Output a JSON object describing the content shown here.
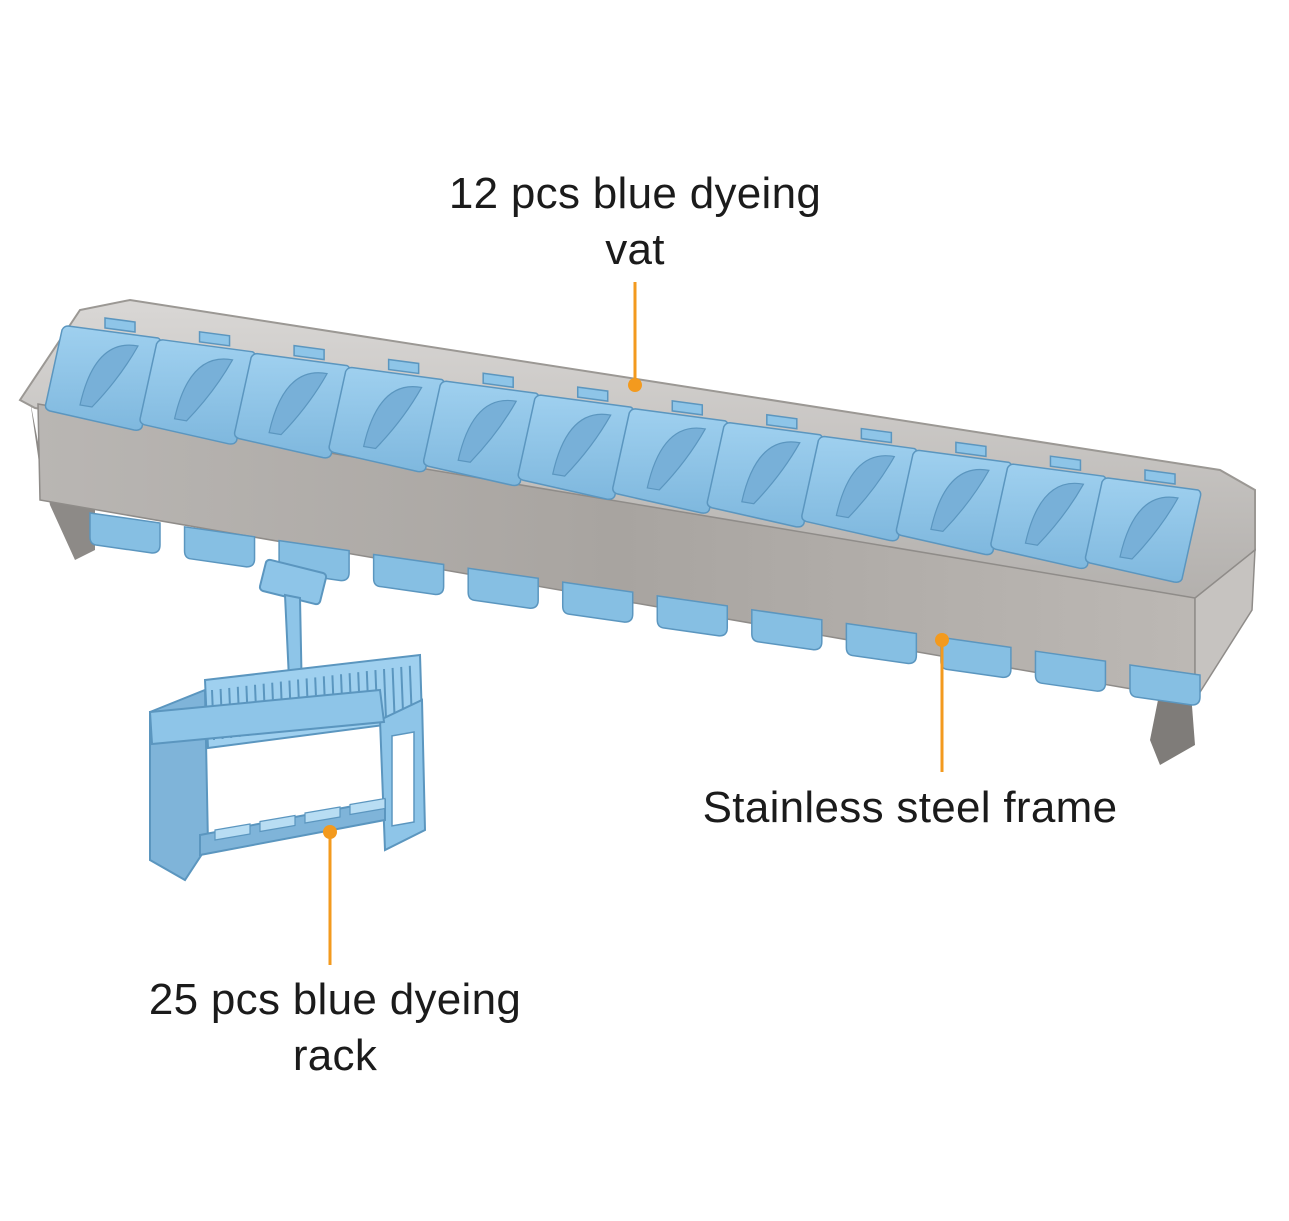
{
  "annotations": {
    "vat": {
      "line1": "12 pcs blue dyeing",
      "line2": "vat"
    },
    "frame": {
      "line1": "Stainless steel frame"
    },
    "rack": {
      "line1": "25 pcs blue dyeing",
      "line2": "rack"
    }
  },
  "colors": {
    "accent": "#F39A1E",
    "vat_blue": "#8EC5E8",
    "steel": "#A9A6A2"
  },
  "product": {
    "vat_count": 12
  }
}
